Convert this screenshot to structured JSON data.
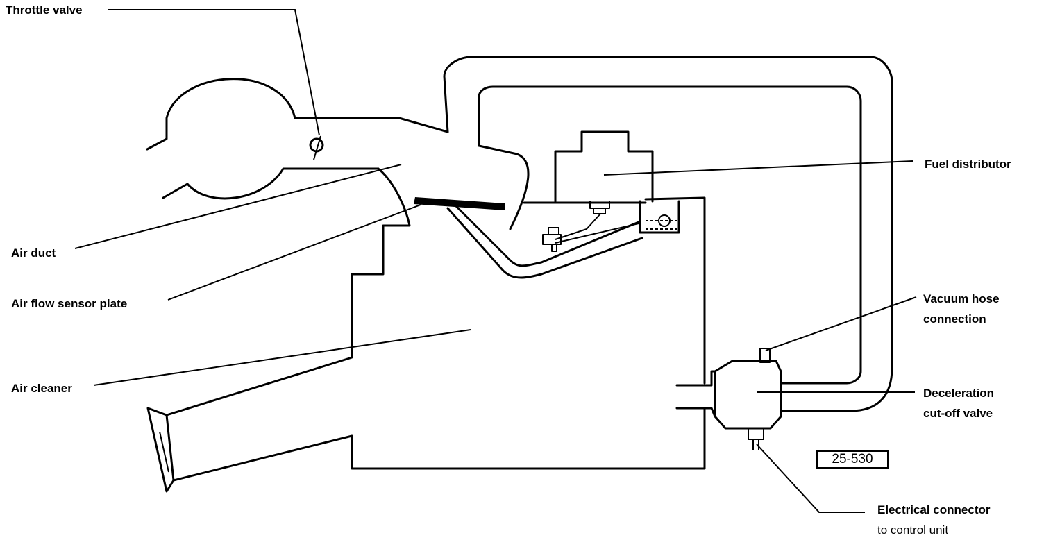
{
  "labels": {
    "throttle_valve": "Throttle valve",
    "air_duct": "Air duct",
    "air_flow_sensor_plate": "Air flow sensor plate",
    "air_cleaner": "Air cleaner",
    "fuel_distributor": "Fuel distributor",
    "vacuum_hose_line1": "Vacuum hose",
    "vacuum_hose_line2": "connection",
    "decel_valve_line1": "Deceleration",
    "decel_valve_line2": "cut-off valve",
    "electrical_line1": "Electrical connector",
    "electrical_line2": "to control unit"
  },
  "figure_number": "25-530"
}
